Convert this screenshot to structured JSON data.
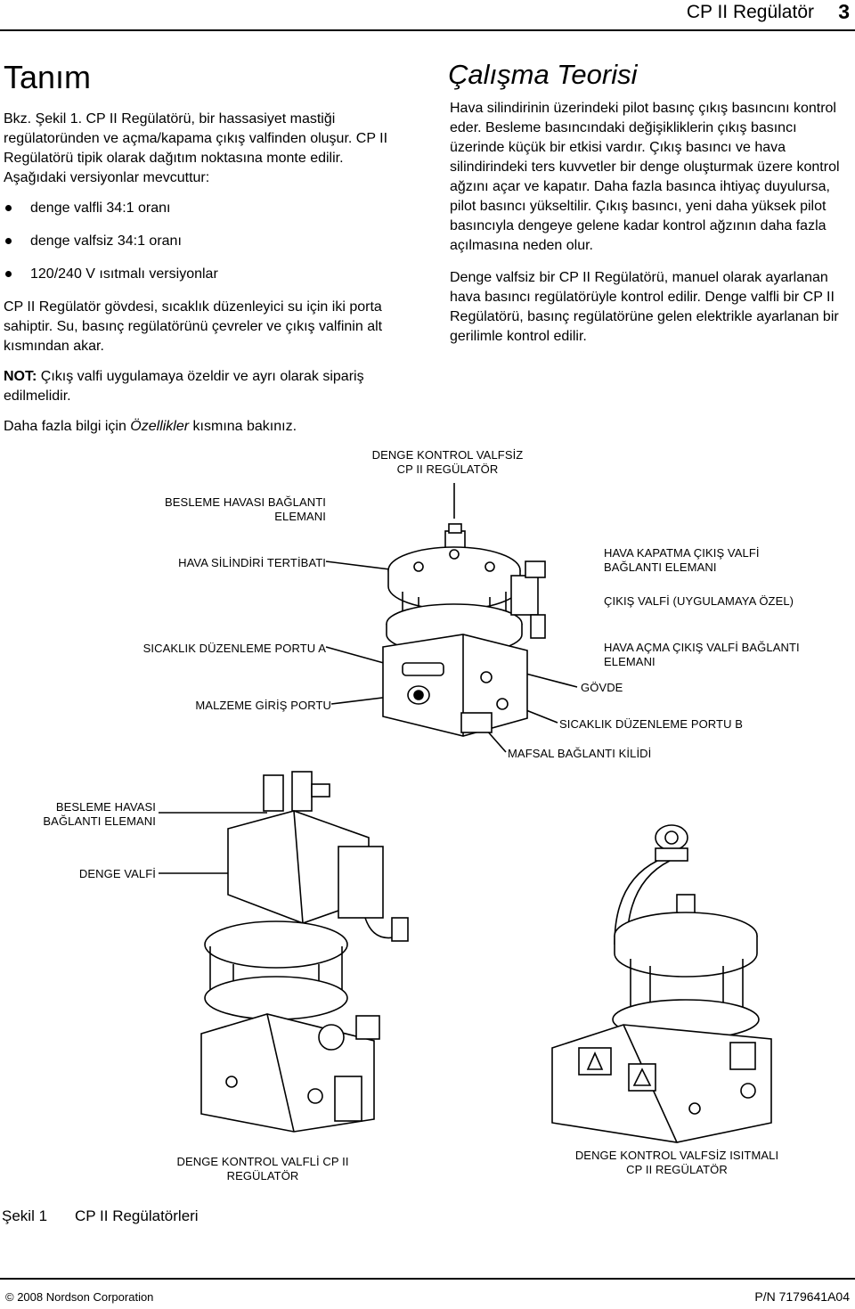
{
  "header": {
    "title": "CP II Regülatör",
    "page": "3"
  },
  "left": {
    "heading": "Tanım",
    "intro": "Bkz. Şekil 1.  CP II Regülatörü, bir hassasiyet mastiği regülatoründen ve açma/kapama çıkış valfinden oluşur. CP II Regülatörü tipik olarak dağıtım noktasına monte edilir.  Aşağıdaki versiyonlar mevcuttur:",
    "bullets": [
      "denge valfli 34:1 oranı",
      "denge valfsiz 34:1 oranı",
      "120/240 V ısıtmalı versiyonlar"
    ],
    "para2": "CP II Regülatör gövdesi, sıcaklık düzenleyici su için iki porta sahiptir.  Su, basınç regülatörünü çevreler ve çıkış valfinin alt kısmından akar.",
    "note_label": "NOT:",
    "note_text": " Çıkış valfi uygulamaya özeldir ve ayrı olarak sipariş edilmelidir.",
    "more_prefix": "Daha fazla bilgi için ",
    "more_italic": "Özellikler",
    "more_suffix": " kısmına bakınız."
  },
  "right": {
    "heading": "Çalışma Teorisi",
    "para1": "Hava silindirinin üzerindeki pilot basınç çıkış basıncını kontrol eder.  Besleme basıncındaki değişikliklerin çıkış basıncı üzerinde küçük bir etkisi vardır.  Çıkış basıncı ve hava silindirindeki ters kuvvetler bir denge oluşturmak üzere kontrol ağzını açar ve kapatır.  Daha fazla basınca ihtiyaç duyulursa, pilot basıncı yükseltilir.  Çıkış basıncı, yeni daha yüksek pilot basıncıyla dengeye gelene kadar kontrol ağzının daha fazla açılmasına neden olur.",
    "para2": "Denge valfsiz bir CP II Regülatörü, manuel olarak ayarlanan hava basıncı regülatörüyle kontrol edilir. Denge valfli bir CP II Regülatörü, basınç regülatörüne gelen elektrikle ayarlanan bir gerilimle kontrol edilir."
  },
  "figure": {
    "top": {
      "title": "DENGE KONTROL VALFSİZ\nCP II REGÜLATÖR",
      "labels": {
        "supply_fitting": "BESLEME HAVASI BAĞLANTI\nELEMANI",
        "cylinder": "HAVA SİLİNDİRİ TERTİBATI",
        "temp_port_a": "SICAKLIK DÜZENLEME PORTU  A",
        "material_inlet": "MALZEME GİRİŞ PORTU",
        "close_fitting": "HAVA KAPATMA  ÇIKIŞ VALFİ\nBAĞLANTI ELEMANI",
        "outlet_valve": "ÇIKIŞ VALFİ (UYGULAMAYA ÖZEL)",
        "open_fitting": "HAVA AÇMA  ÇIKIŞ VALFİ BAĞLANTI\nELEMANI",
        "body": "GÖVDE",
        "temp_port_b": "SICAKLIK DÜZENLEME PORTU  B",
        "swivel_lock": "MAFSAL BAĞLANTI KİLİDİ"
      }
    },
    "bottom_left": {
      "labels": {
        "supply_fitting": "BESLEME HAVASI\nBAĞLANTI ELEMANI",
        "balance_valve": "DENGE VALFİ"
      },
      "caption": "DENGE KONTROL VALFLİ CP II\nREGÜLATÖR"
    },
    "bottom_right": {
      "caption": "DENGE KONTROL VALFSİZ ISITMALI\nCP II REGÜLATÖR"
    },
    "caption_num": "Şekil 1",
    "caption_text": "CP II Regülatörleri"
  },
  "footer": {
    "copyright_symbol": "©",
    "copyright": " 2008 Nordson Corporation",
    "part_number": "P/N 7179641A04"
  }
}
